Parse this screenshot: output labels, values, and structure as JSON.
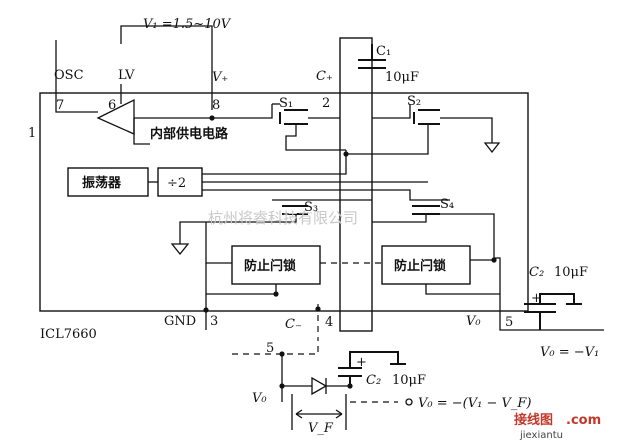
{
  "labels": {
    "v1_supply": "V₁ =1.5~10V",
    "osc": "OSC",
    "lv": "LV",
    "vplus": "V₊",
    "c_plus": "C₊",
    "c1": "C₁",
    "c1_value": "10μF",
    "pin7": "7",
    "pin6": "6",
    "pin8": "8",
    "pin2": "2",
    "pin1": "1",
    "s1": "S₁",
    "s2": "S₂",
    "s3": "S₃",
    "s4": "S₄",
    "internal_supply": "内部供电电路",
    "oscillator": "振荡器",
    "divider": "÷2",
    "antilatch_left": "防止闩锁",
    "antilatch_right": "防止闩锁",
    "gnd": "GND",
    "pin3": "3",
    "c_minus": "C₋",
    "pin4": "4",
    "v0": "V₀",
    "pin5": "5",
    "c2": "C₂",
    "c2_value": "10μF",
    "v0_eq": "V₀ = −V₁",
    "chip": "ICL7660",
    "ext_pin5": "5",
    "ext_c2": "C₂",
    "ext_c2_value": "10μF",
    "ext_v0": "V₀",
    "vf": "V_F",
    "ext_out_eq": "V₀ = −(V₁ − V_F)",
    "watermark": "杭州将睿科技有限公司",
    "brand_cn": "接线图",
    "brand_com": ".com",
    "brand_url": "jiexiantu"
  }
}
